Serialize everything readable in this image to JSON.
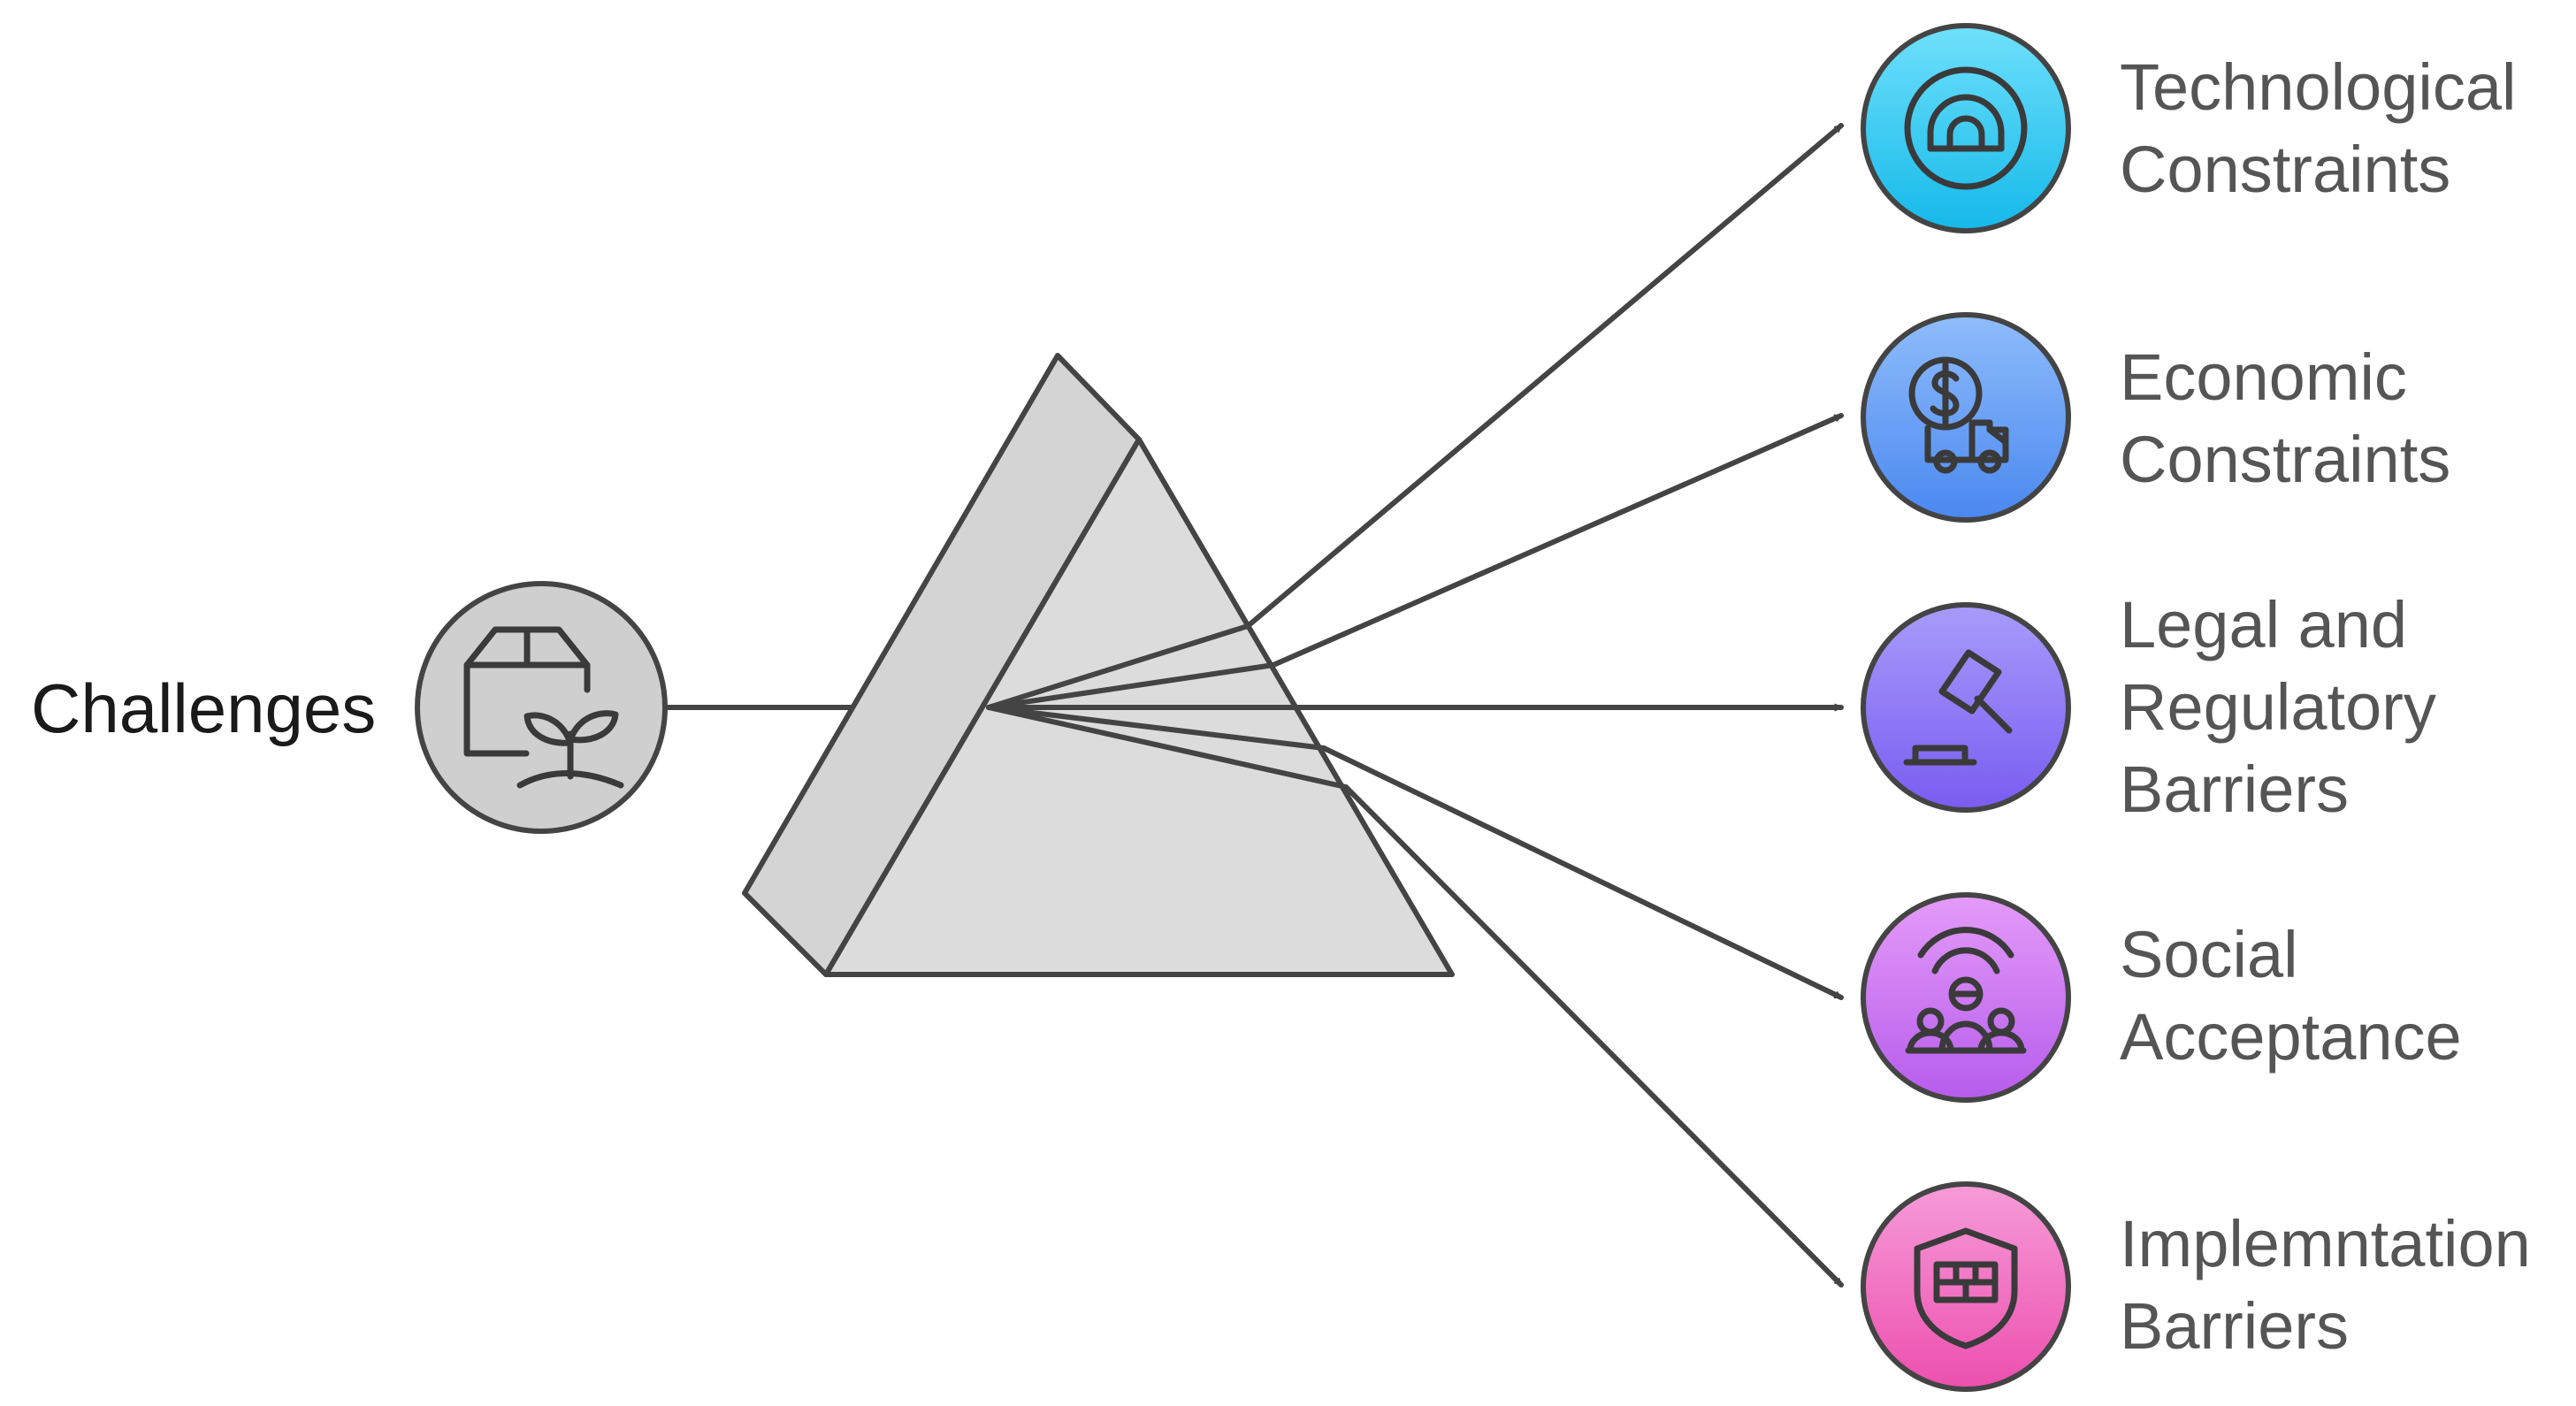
{
  "diagram": {
    "source": {
      "label": "Challenges",
      "icon": "box-plant-icon"
    },
    "outputs": [
      {
        "id": "technological",
        "lines": [
          "Technological",
          "Constraints"
        ],
        "icon": "gauge-icon",
        "color_top": "#6fe0fb",
        "color_bottom": "#15b9ea"
      },
      {
        "id": "economic",
        "lines": [
          "Economic",
          "Constraints"
        ],
        "icon": "dollar-truck-icon",
        "color_top": "#8fbcfb",
        "color_bottom": "#4a88f0"
      },
      {
        "id": "legal",
        "lines": [
          "Legal and",
          "Regulatory",
          "Barriers"
        ],
        "icon": "gavel-icon",
        "color_top": "#a89bfb",
        "color_bottom": "#7a5cf0"
      },
      {
        "id": "social",
        "lines": [
          "Social",
          "Acceptance"
        ],
        "icon": "people-signal-icon",
        "color_top": "#e49bf8",
        "color_bottom": "#b65cec"
      },
      {
        "id": "implementation",
        "lines": [
          "Implemntation",
          "Barriers"
        ],
        "icon": "shield-wall-icon",
        "color_top": "#f79bd8",
        "color_bottom": "#ec4fae"
      }
    ],
    "colors": {
      "prism_fill": "#dcdcdc",
      "prism_stroke": "#444444",
      "source_circle": "#cfcfcf"
    }
  }
}
